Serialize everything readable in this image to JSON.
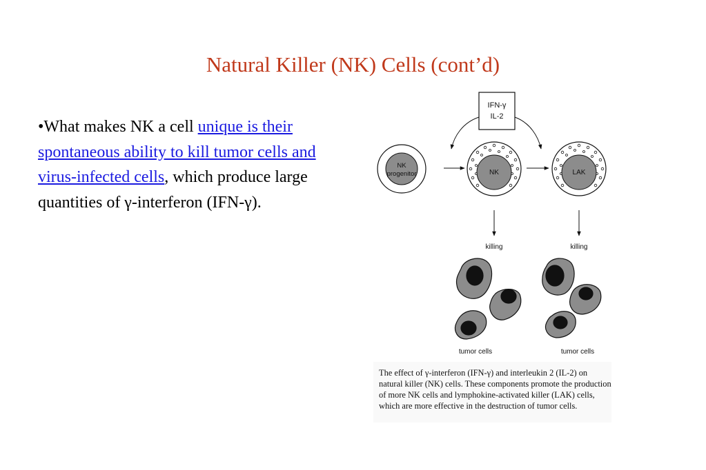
{
  "slide": {
    "title": "Natural Killer (NK) Cells (cont’d)",
    "bullet": {
      "marker": "•",
      "lead": "What makes NK a cell ",
      "link": "unique is their spontaneous ability to kill tumor cells and virus-infected cells",
      "tail": ", which produce large quantities of γ-interferon (IFN-γ)."
    }
  },
  "figure": {
    "box_line1": "IFN-γ",
    "box_line2": "IL-2",
    "cell_progenitor_line1": "NK",
    "cell_progenitor_line2": "progenitor",
    "cell_nk": "NK",
    "cell_lak": "LAK",
    "killing_left": "killing",
    "killing_right": "killing",
    "tumor_left": "tumor cells",
    "tumor_right": "tumor cells",
    "caption": "The effect of γ-interferon (IFN-γ) and interleukin 2 (IL-2) on natural killer (NK) cells. These components promote the production of more NK cells and lymphokine-activated killer (LAK) cells, which are more effective in the destruction of tumor cells."
  }
}
